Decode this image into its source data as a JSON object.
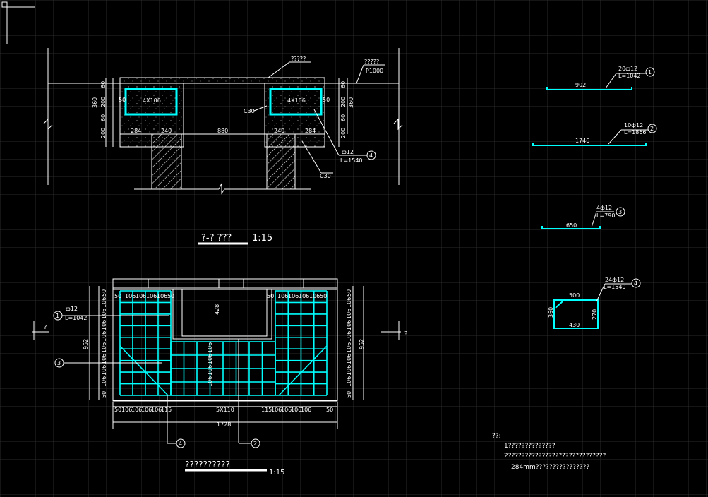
{
  "section": {
    "title": "?-? ???",
    "scale": "1:15",
    "top_tag1": "?????",
    "top_tag2": "?????",
    "top_tag2_sub": "P1000",
    "concrete1": "C30",
    "concrete2": "C30",
    "bars_left": "4X106",
    "bars_right": "4X106",
    "dim_left": [
      "360",
      "60",
      "200",
      "60",
      "200"
    ],
    "dim_right": [
      "360",
      "60",
      "200",
      "60",
      "200"
    ],
    "dim_bottom": [
      "284",
      "240",
      "880",
      "240",
      "284"
    ],
    "cover_left": "50",
    "cover_right": "50",
    "stirrup_spec": "ф12",
    "stirrup_len": "L=1540",
    "stirrup_mark": "4"
  },
  "plan": {
    "title": "??????????",
    "scale": "1:15",
    "width_total": "1728",
    "height_total": "952",
    "mid_dim": "5X110",
    "opening_height": "428",
    "top_row_left": [
      "50",
      "106",
      "106",
      "106",
      "106",
      "50"
    ],
    "top_row_right": [
      "50",
      "106",
      "106",
      "106",
      "106",
      "50"
    ],
    "bottom_row": [
      "50",
      "106",
      "106",
      "106",
      "106",
      "115",
      "5X110",
      "115",
      "106",
      "106",
      "106",
      "106",
      "50"
    ],
    "side_rows": [
      "50",
      "106",
      "106",
      "106",
      "106",
      "106",
      "106",
      "106",
      "106",
      "50"
    ],
    "mid_rows": [
      "106",
      "106",
      "106",
      "106"
    ],
    "marker1_label": "1",
    "marker1_spec": "ф12",
    "marker1_len": "L=1042",
    "marker3_label": "3",
    "marker4_label": "4",
    "marker2_label": "2",
    "section_mark_left": "?",
    "section_mark_right": "?"
  },
  "bars": [
    {
      "mark": "1",
      "spec": "20ф12",
      "len": "L=1042",
      "dim": "902"
    },
    {
      "mark": "2",
      "spec": "10ф12",
      "len": "L=1866",
      "dim": "1746"
    },
    {
      "mark": "3",
      "spec": "4ф12",
      "len": "L=790",
      "dim": "650"
    },
    {
      "mark": "4",
      "spec": "24ф12",
      "len": "L=1540",
      "dim_top": "500",
      "dim_left": "360",
      "dim_bottom": "430",
      "dim_right": "270"
    }
  ],
  "notes": {
    "header": "??:",
    "line1": "1??????????????",
    "line2": "2?????????????????????????????",
    "line3": "284mm????????????????"
  }
}
